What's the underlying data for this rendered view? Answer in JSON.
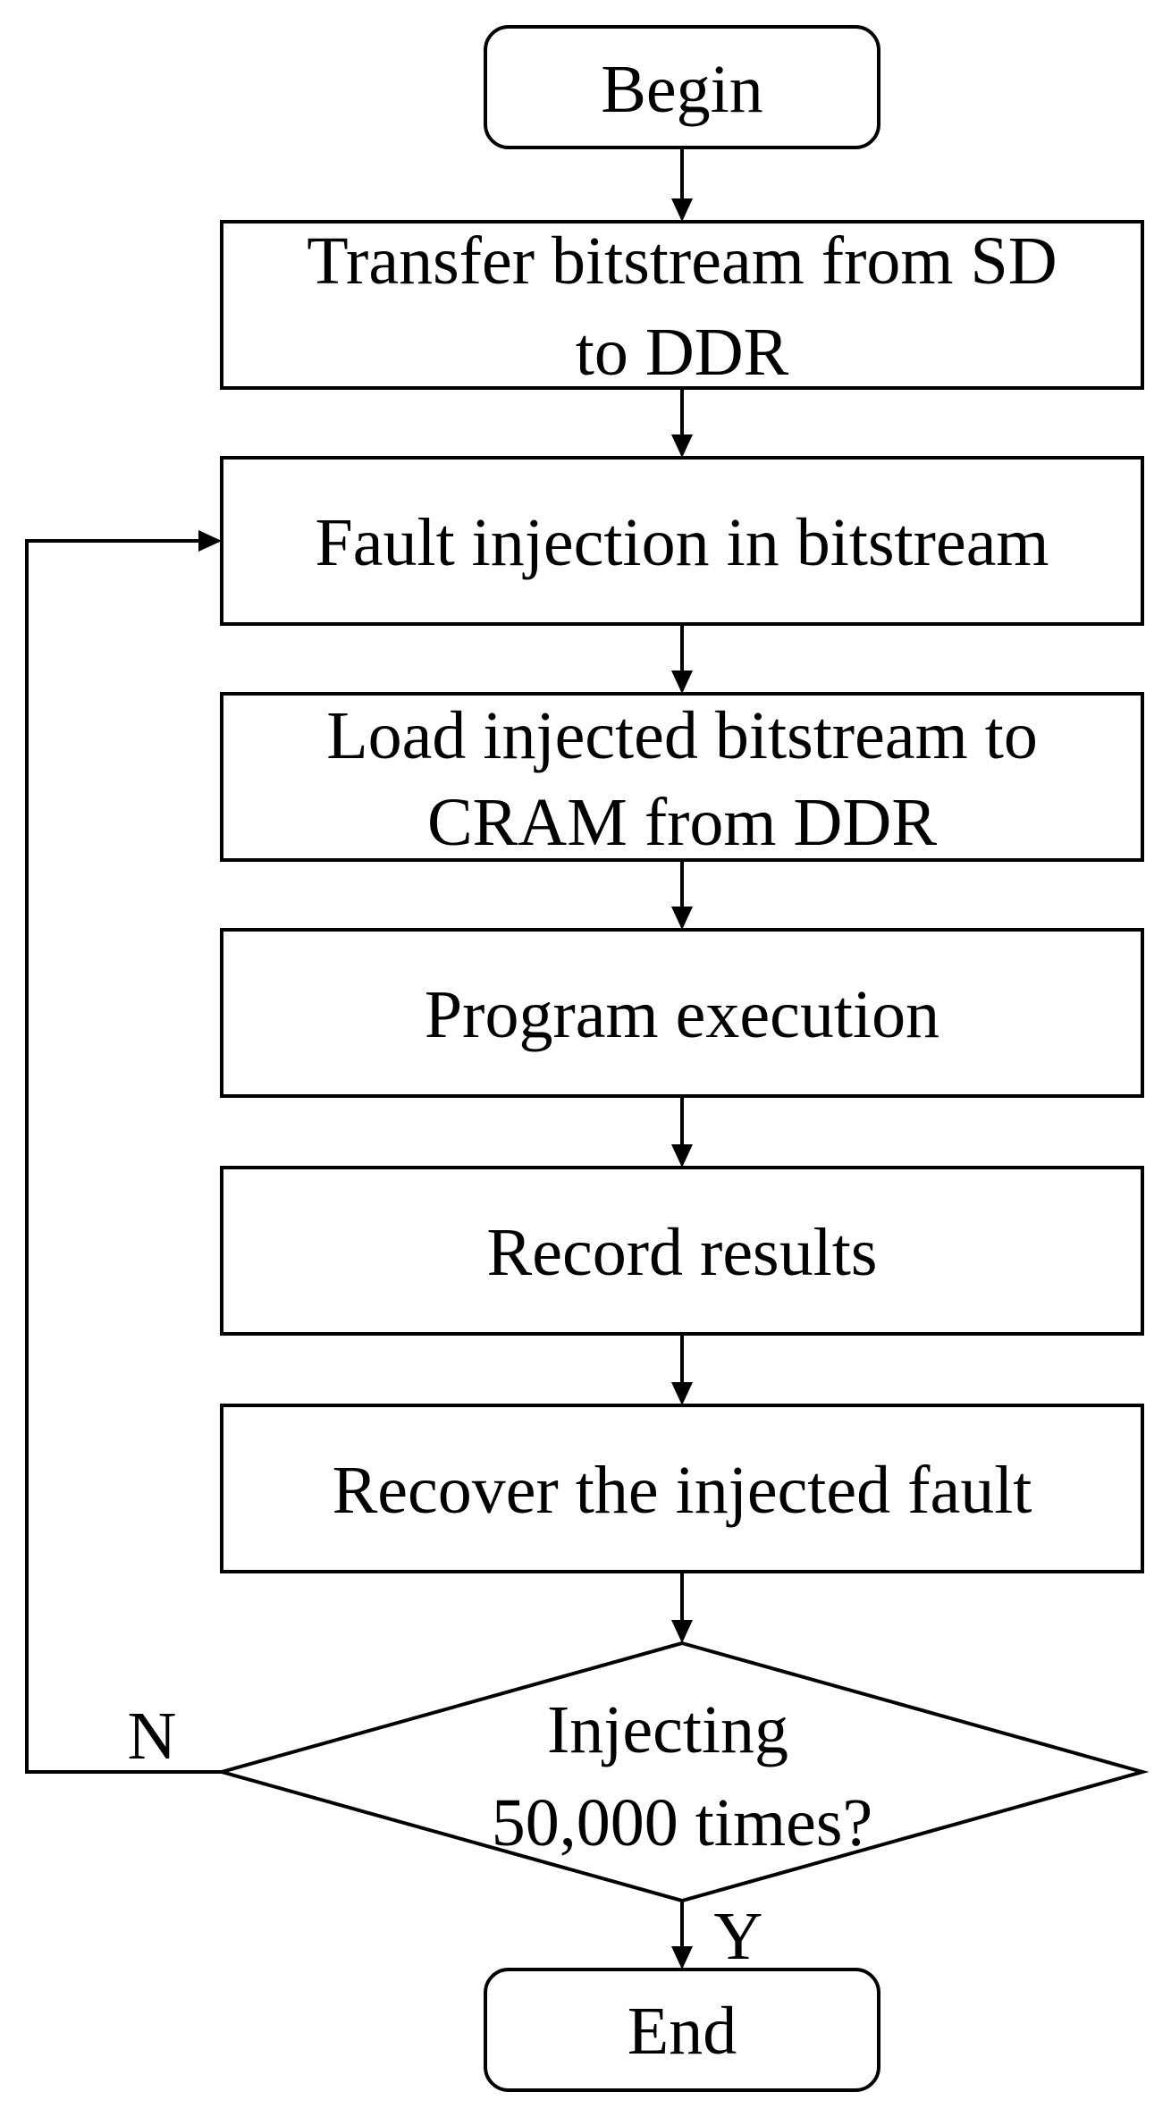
{
  "diagram": {
    "type": "flowchart",
    "nodes": {
      "begin": {
        "shape": "terminal",
        "lines": [
          "Begin"
        ]
      },
      "transfer": {
        "shape": "process",
        "lines": [
          "Transfer bitstream from SD",
          "to DDR"
        ]
      },
      "fault_injection": {
        "shape": "process",
        "lines": [
          "Fault injection in bitstream"
        ]
      },
      "load": {
        "shape": "process",
        "lines": [
          "Load injected bitstream to",
          "CRAM from DDR"
        ]
      },
      "program_execution": {
        "shape": "process",
        "lines": [
          "Program execution"
        ]
      },
      "record_results": {
        "shape": "process",
        "lines": [
          "Record results"
        ]
      },
      "recover": {
        "shape": "process",
        "lines": [
          "Recover the injected fault"
        ]
      },
      "decision": {
        "shape": "decision",
        "lines": [
          "Injecting",
          "50,000 times?"
        ]
      },
      "end": {
        "shape": "terminal",
        "lines": [
          "End"
        ]
      }
    },
    "edges": [
      {
        "from": "begin",
        "to": "transfer",
        "label": ""
      },
      {
        "from": "transfer",
        "to": "fault_injection",
        "label": ""
      },
      {
        "from": "fault_injection",
        "to": "load",
        "label": ""
      },
      {
        "from": "load",
        "to": "program_execution",
        "label": ""
      },
      {
        "from": "program_execution",
        "to": "record_results",
        "label": ""
      },
      {
        "from": "record_results",
        "to": "recover",
        "label": ""
      },
      {
        "from": "recover",
        "to": "decision",
        "label": ""
      },
      {
        "from": "decision",
        "to": "end",
        "label": "Y"
      },
      {
        "from": "decision",
        "to": "fault_injection",
        "label": "N"
      }
    ]
  }
}
